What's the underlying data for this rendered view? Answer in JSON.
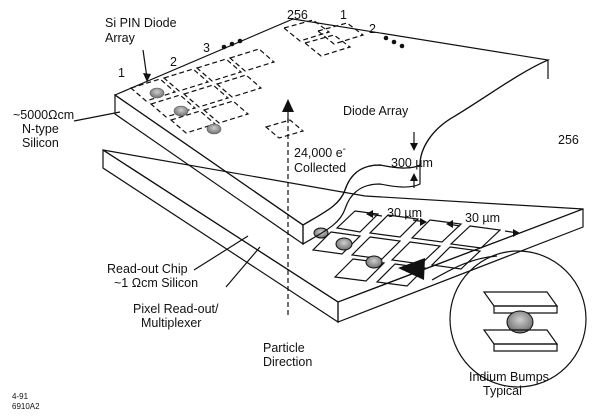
{
  "labels": {
    "si_pin": [
      "Si PIN Diode",
      "Array"
    ],
    "n_type": [
      "~5000Ωcm",
      "N-type",
      "Silicon"
    ],
    "diode_array": "Diode Array",
    "electrons": [
      "24,000 e",
      "Collected"
    ],
    "electron_sup": "-",
    "thickness": "300 µm",
    "pitch1": "30 µm",
    "pitch2": "30 µm",
    "readout": [
      "Read-out Chip",
      "~1 Ωcm Silicon"
    ],
    "pixel": [
      "Pixel Read-out/",
      "Multiplexer"
    ],
    "particle": [
      "Particle",
      "Direction"
    ],
    "indium": [
      "Indium Bumps",
      "Typical"
    ],
    "footer": [
      "4-91",
      "6910A2"
    ],
    "index": {
      "one_left": "1",
      "two_left": "2",
      "three_left": "3",
      "n256_top": "256",
      "one_top": "1",
      "two_top": "2",
      "n256_right": "256"
    }
  },
  "colors": {
    "ink": "#111111",
    "bump": "#7a7a7a",
    "paper": "#ffffff"
  }
}
